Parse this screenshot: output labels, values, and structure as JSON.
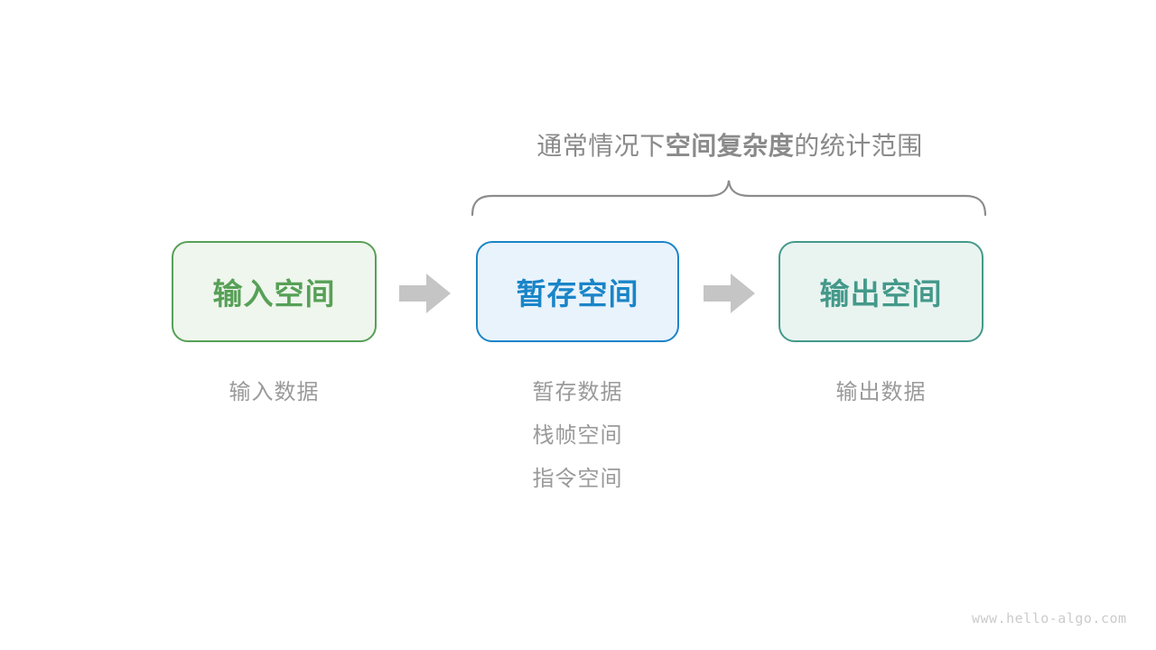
{
  "title": {
    "prefix": "通常情况下",
    "bold": "空间复杂度",
    "suffix": "的统计范围"
  },
  "boxes": [
    {
      "label": "输入空间",
      "border_color": "#57a057",
      "fill_color": "#eff6ed",
      "text_color": "#57a057"
    },
    {
      "label": "暂存空间",
      "border_color": "#1a85c8",
      "fill_color": "#e9f3fb",
      "text_color": "#1a85c8"
    },
    {
      "label": "输出空间",
      "border_color": "#44998a",
      "fill_color": "#e9f4f0",
      "text_color": "#44998a"
    }
  ],
  "notes": [
    {
      "items": [
        "输入数据"
      ]
    },
    {
      "items": [
        "暂存数据",
        "栈帧空间",
        "指令空间"
      ]
    },
    {
      "items": [
        "输出数据"
      ]
    }
  ],
  "watermark": "www.hello-algo.com",
  "colors": {
    "background": "#ffffff",
    "title_text": "#8a8a8a",
    "note_text": "#9a9a9a",
    "brace": "#8c8c8c",
    "arrow": "#c5c5c5",
    "watermark": "#cbcbcb"
  }
}
